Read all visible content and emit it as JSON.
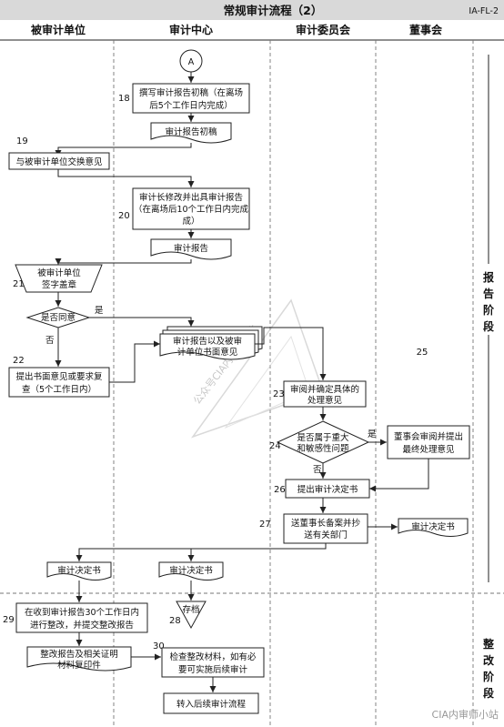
{
  "header": {
    "title": "常规审计流程（2）",
    "code": "IA-FL-2"
  },
  "lanes": [
    "被审计单位",
    "审计中心",
    "审计委员会",
    "董事会"
  ],
  "phases": {
    "report": [
      "报",
      "告",
      "阶",
      "段"
    ],
    "rectify": [
      "整",
      "改",
      "阶",
      "段"
    ]
  },
  "connector": "A",
  "steps": {
    "s18": [
      "撰写审计报告初稿（在离场",
      "后5个工作日内完成）"
    ],
    "draft": "审计报告初稿",
    "s19": "与被审计单位交换意见",
    "s20": [
      "审计长修改并出具审计报告",
      "（在离场后10个工作日内完成",
      "成）"
    ],
    "report": "审计报告",
    "s21": [
      "被审计单位",
      "签字盖章"
    ],
    "agree": "是否同意",
    "yes": "是",
    "no": "否",
    "s22": [
      "提出书面意见或要求复",
      "查（5个工作日内）"
    ],
    "opinions": [
      "审计报告以及被审",
      "计单位书面意见"
    ],
    "s23": [
      "审阅并确定具体的",
      "处理意见"
    ],
    "s24": [
      "是否属于重大",
      "和敏感性问题"
    ],
    "s25": [
      "董事会审阅并提出",
      "最终处理意见"
    ],
    "s26": "提出审计决定书",
    "s27": [
      "送董事长备案并抄",
      "送有关部门"
    ],
    "decision": "审计决定书",
    "archive": "存档",
    "s29": [
      "在收到审计报告30个工作日内",
      "进行整改，并提交整改报告"
    ],
    "attach": [
      "整改报告及相关证明",
      "材料复印件"
    ],
    "s30": [
      "检查整改材料，如有必",
      "要可实施后续审计"
    ],
    "follow": "转入后续审计流程"
  },
  "numbers": {
    "n18": "18",
    "n19": "19",
    "n20": "20",
    "n21": "21",
    "n22": "22",
    "n23": "23",
    "n24": "24",
    "n25": "25",
    "n26": "26",
    "n27": "27",
    "n28": "28",
    "n29": "29",
    "n30": "30"
  },
  "watermarks": {
    "center": "公众号CIA内审师小站",
    "corner": "CIA内审师小站"
  }
}
